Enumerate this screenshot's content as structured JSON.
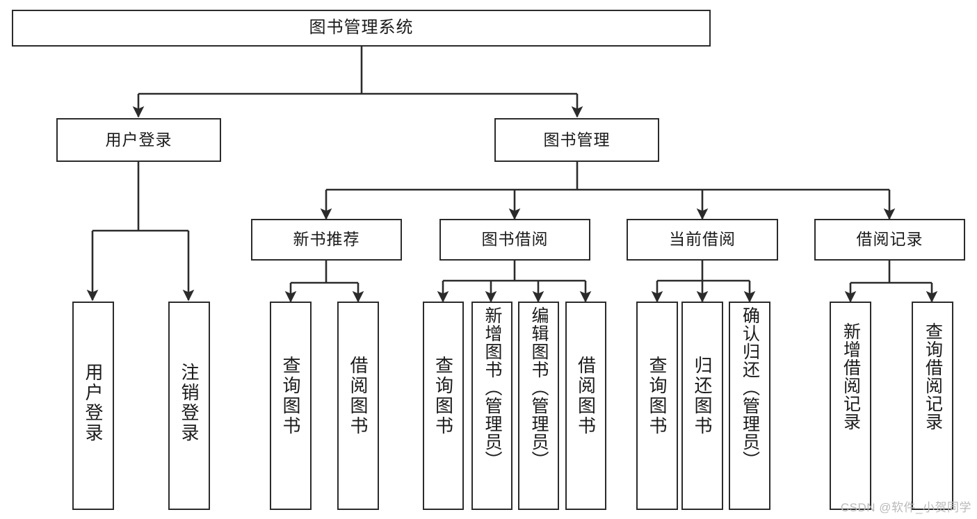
{
  "diagram": {
    "title": "图书管理系统",
    "type": "功能结构图",
    "watermark": "CSDN @软件_小贺同学",
    "colors": {
      "stroke": "#2b2b2b",
      "fill": "#ffffff",
      "text": "#1a1a1a",
      "watermark": "#b9b9b9"
    },
    "nodes": {
      "root": {
        "label": "图书管理系统"
      },
      "level1": [
        {
          "id": "user-login",
          "label": "用户登录"
        },
        {
          "id": "book-manage",
          "label": "图书管理"
        }
      ],
      "level2": [
        {
          "id": "new-book-recommend",
          "label": "新书推荐"
        },
        {
          "id": "book-borrow",
          "label": "图书借阅"
        },
        {
          "id": "current-borrow",
          "label": "当前借阅"
        },
        {
          "id": "borrow-record",
          "label": "借阅记录"
        }
      ],
      "leaves": {
        "user_login": [
          {
            "id": "leaf-user-login",
            "label": "用户登录"
          },
          {
            "id": "leaf-logout",
            "label": "注销登录"
          }
        ],
        "new_book_recommend": [
          {
            "id": "leaf-query-book-1",
            "label": "查询图书"
          },
          {
            "id": "leaf-borrow-book-1",
            "label": "借阅图书"
          }
        ],
        "book_borrow": [
          {
            "id": "leaf-query-book-2",
            "label": "查询图书"
          },
          {
            "id": "leaf-add-book",
            "label": "新增图书（管理员）"
          },
          {
            "id": "leaf-edit-book",
            "label": "编辑图书（管理员）"
          },
          {
            "id": "leaf-borrow-book-2",
            "label": "借阅图书"
          }
        ],
        "current_borrow": [
          {
            "id": "leaf-query-book-3",
            "label": "查询图书"
          },
          {
            "id": "leaf-return-book",
            "label": "归还图书"
          },
          {
            "id": "leaf-confirm-return",
            "label": "确认归还（管理员）"
          }
        ],
        "borrow_record": [
          {
            "id": "leaf-add-record",
            "label": "新增借阅记录"
          },
          {
            "id": "leaf-query-record",
            "label": "查询借阅记录"
          }
        ]
      }
    }
  }
}
